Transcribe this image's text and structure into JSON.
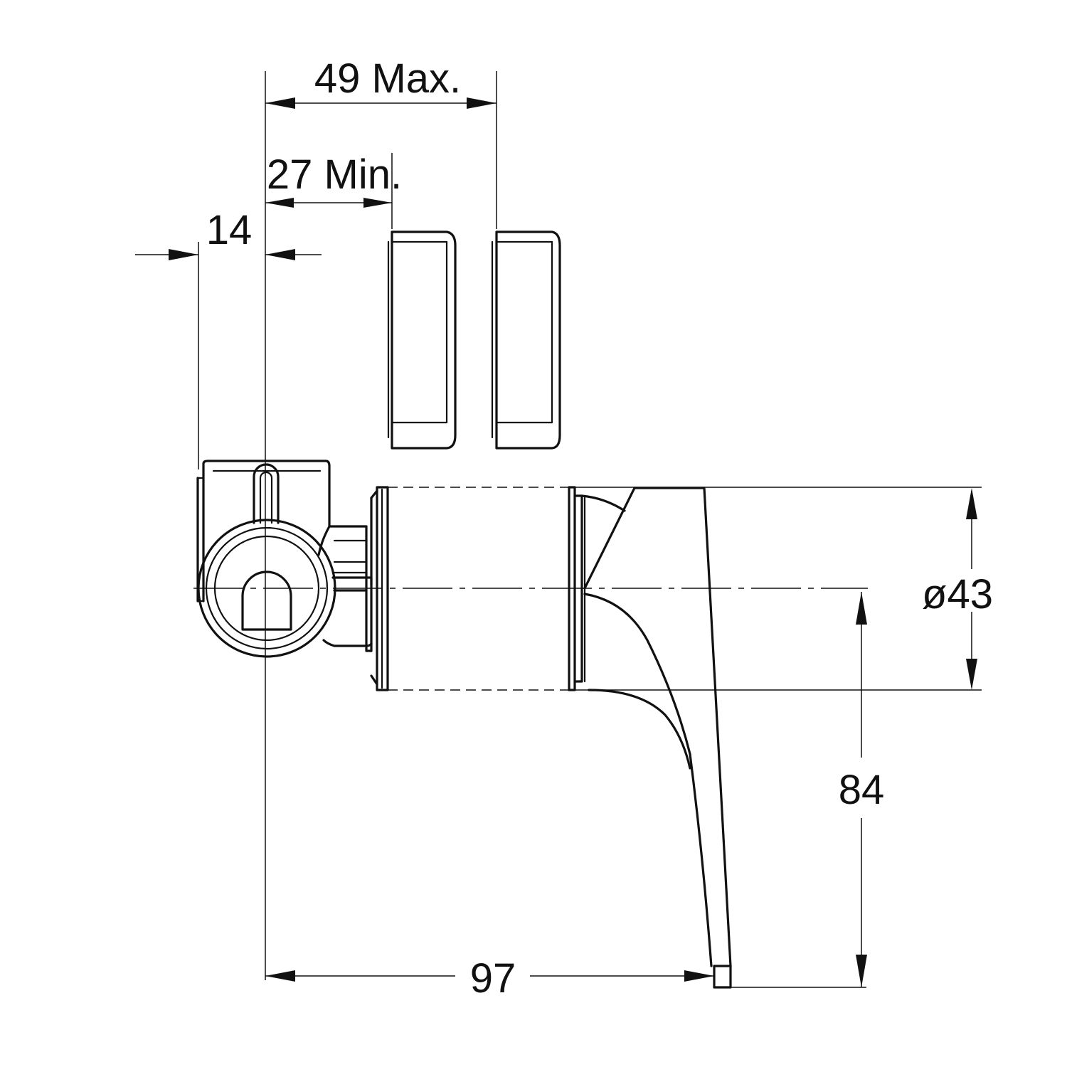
{
  "dimensions": {
    "d49": "49 Max.",
    "d27": "27 Min.",
    "d14": "14",
    "d43": "ø43",
    "d84": "84",
    "d97": "97"
  }
}
